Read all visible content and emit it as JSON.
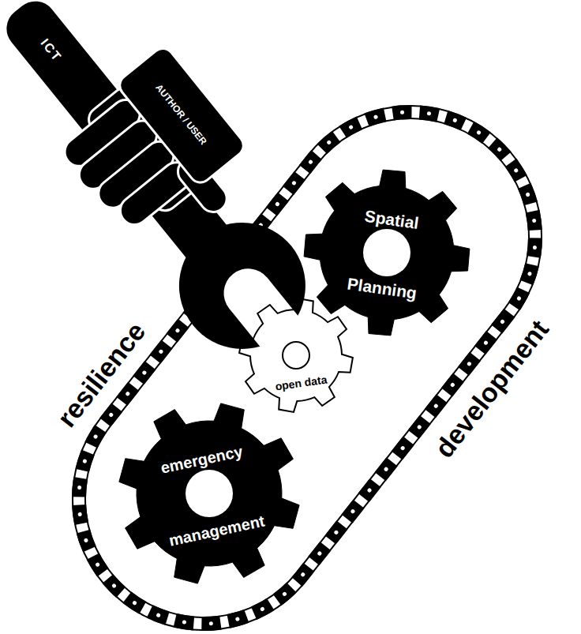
{
  "diagram": {
    "nodes": [
      {
        "text": [
          "ICT"
        ]
      },
      {
        "text": [
          "AUTHOR / USER"
        ]
      },
      {
        "text": [
          "Spatial Planning"
        ]
      },
      {
        "text": [
          "open data"
        ]
      },
      {
        "text": [
          "emergency management"
        ]
      }
    ],
    "labels": [
      "resilience",
      "development"
    ]
  }
}
